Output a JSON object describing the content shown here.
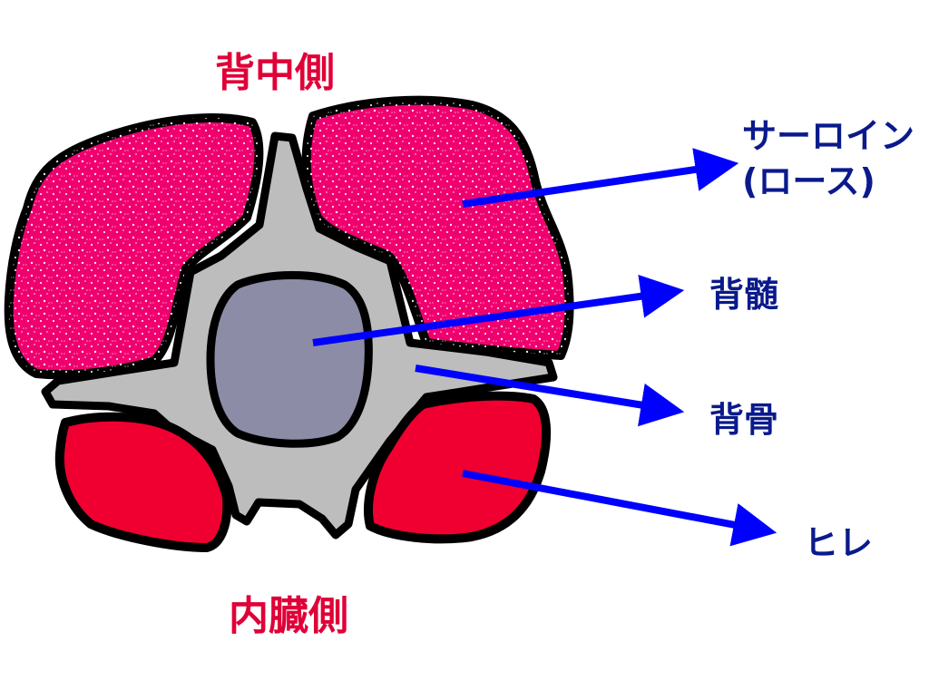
{
  "orientation": {
    "top_label": "背中側",
    "bottom_label": "内臓側"
  },
  "labels": {
    "sirloin_line1": "サーロイン",
    "sirloin_line2": "(ロース)",
    "spinal_cord": "背髄",
    "backbone": "背骨",
    "fillet": "ヒレ"
  },
  "colors": {
    "sirloin": "#f0006e",
    "fillet": "#ef0030",
    "bone": "#bdbdbd",
    "spinal_cord": "#8c8ca6",
    "outline": "#000000",
    "arrow": "#0000ff",
    "region_label": "#e00038",
    "callout_label": "#0a1a8c"
  }
}
